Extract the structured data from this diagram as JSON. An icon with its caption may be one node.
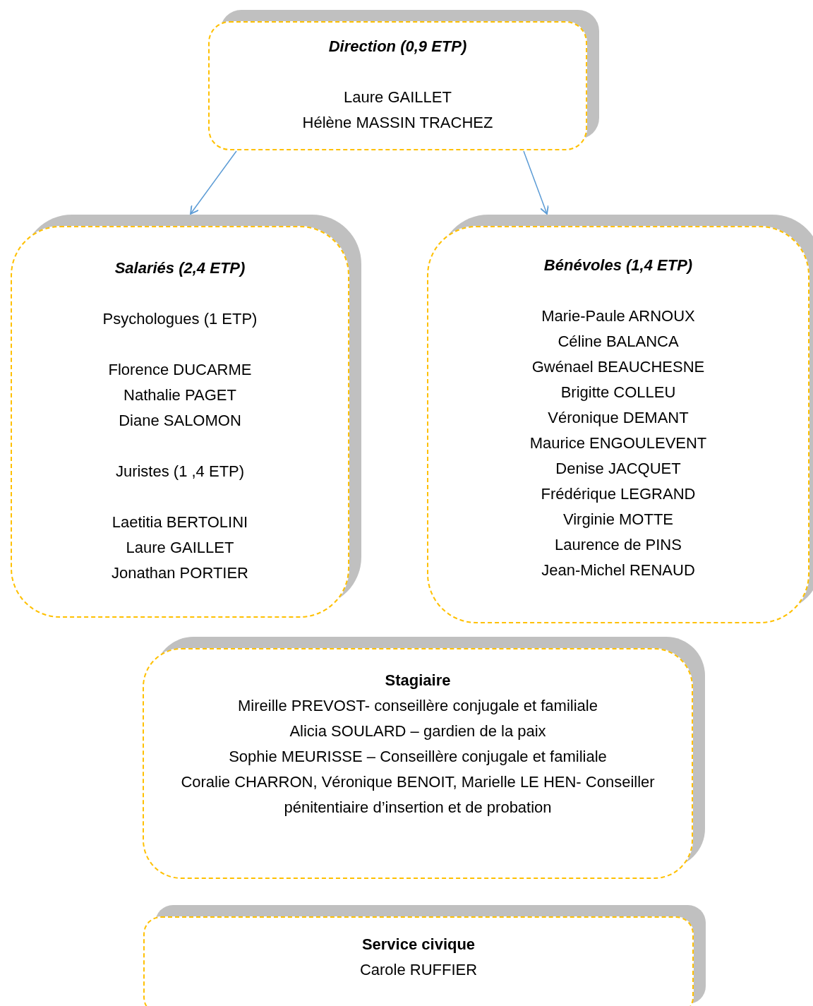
{
  "diagram": {
    "nodes": [
      {
        "text": [
          "Direction (0,9 ETP)",
          "Laure GAILLET",
          "Hélène MASSIN TRACHEZ"
        ]
      },
      {
        "text": [
          "Salariés (2,4 ETP)",
          "Psychologues (1 ETP)",
          "Florence DUCARME",
          "Nathalie PAGET",
          "Diane SALOMON",
          "Juristes (1 ,4 ETP)",
          "Laetitia BERTOLINI",
          "Laure GAILLET",
          "Jonathan PORTIER"
        ]
      },
      {
        "text": [
          "Bénévoles (1,4 ETP)",
          "Marie-Paule ARNOUX",
          "Céline BALANCA",
          "Gwénael BEAUCHESNE",
          "Brigitte COLLEU",
          "Véronique DEMANT",
          "Maurice ENGOULEVENT",
          "Denise JACQUET",
          "Frédérique LEGRAND",
          "Virginie MOTTE",
          "Laurence de PINS",
          "Jean-Michel RENAUD"
        ]
      },
      {
        "text": [
          "Stagiaire",
          "Mireille PREVOST- conseillère conjugale et familiale",
          "Alicia SOULARD – gardien de la paix",
          "Sophie MEURISSE – Conseillère conjugale et familiale",
          "Coralie CHARRON, Véronique BENOIT, Marielle LE HEN- Conseiller pénitentiaire d’insertion et de probation"
        ]
      },
      {
        "text": [
          "Service civique",
          "Carole RUFFIER"
        ]
      }
    ],
    "edges": [
      {
        "from": 0,
        "to": 1,
        "arrow": "to",
        "color": "#5b9bd5"
      },
      {
        "from": 0,
        "to": 2,
        "arrow": "to",
        "color": "#5b9bd5"
      }
    ]
  }
}
